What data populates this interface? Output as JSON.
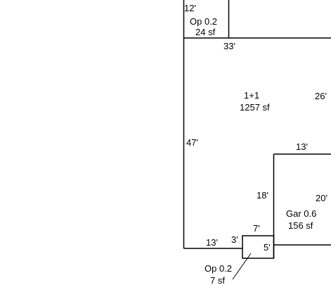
{
  "sketch": {
    "labels": {
      "dim_12_top": "12'",
      "porch_top_name": "Op 0.2",
      "porch_top_area": "24 sf",
      "dim_33": "33'",
      "main_name": "1+1",
      "main_area": "1257 sf",
      "dim_26": "26'",
      "dim_47": "47'",
      "dim_13_garage": "13'",
      "dim_18": "18'",
      "dim_20": "20'",
      "garage_name": "Gar 0.6",
      "garage_area": "156 sf",
      "dim_7": "7'",
      "dim_3": "3'",
      "dim_13_bottom": "13'",
      "dim_5": "5'",
      "porch_bottom_name": "Op 0.2",
      "porch_bottom_area": "7 sf"
    }
  }
}
